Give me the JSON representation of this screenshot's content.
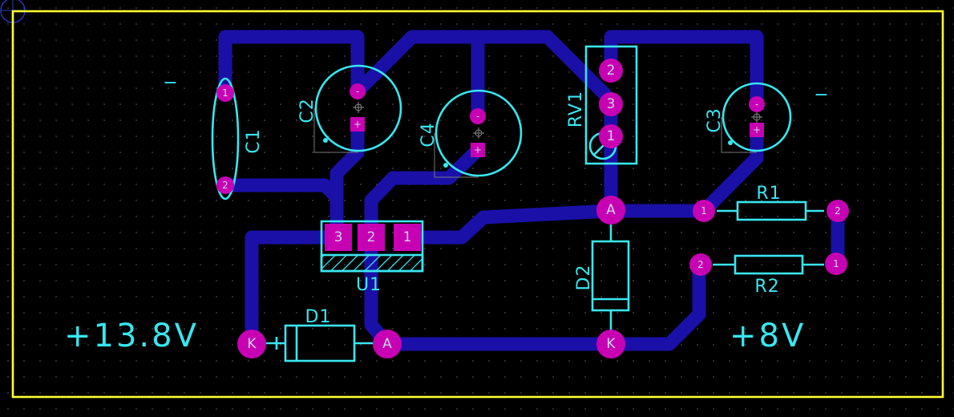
{
  "labels": {
    "c1": "C1",
    "c2": "C2",
    "c3": "C3",
    "c4": "C4",
    "rv1": "RV1",
    "u1": "U1",
    "d1": "D1",
    "d2": "D2",
    "r1": "R1",
    "r2": "R2",
    "input_voltage": "+13.8V",
    "output_voltage": "+8V",
    "minus_left": "−",
    "minus_right": "−"
  },
  "pads": {
    "c1_1": "1",
    "c1_2": "2",
    "c2_neg": "-",
    "c2_pos": "+",
    "c4_neg": "-",
    "c4_pos": "+",
    "c3_neg": "-",
    "c3_pos": "+",
    "rv1_2": "2",
    "rv1_3": "3",
    "rv1_1": "1",
    "u1_3": "3",
    "u1_2": "2",
    "u1_1": "1",
    "d2_a": "A",
    "d2_k": "K",
    "d1_k": "K",
    "d1_a": "A",
    "r1_1": "1",
    "r1_2": "2",
    "r2_2": "2",
    "r2_1": "1"
  },
  "colors": {
    "background": "#000000",
    "board_outline": "#ffff33",
    "silkscreen": "#39e6f0",
    "copper_trace": "#1a10a8",
    "pad": "#c800b4",
    "pad_text": "#cfd6e8"
  }
}
